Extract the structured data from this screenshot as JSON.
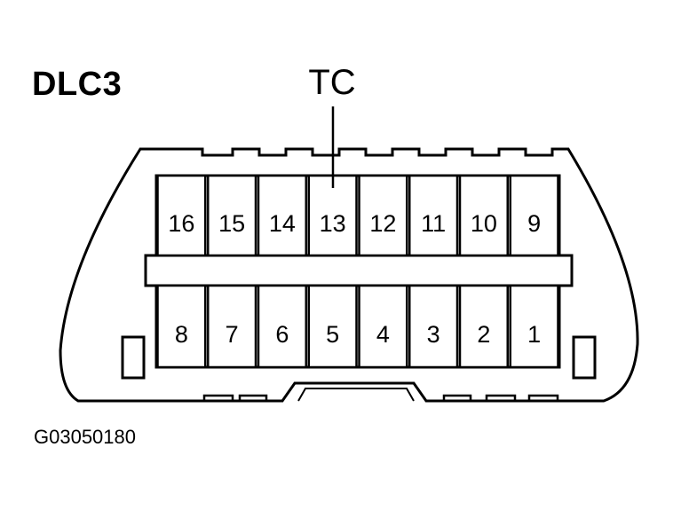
{
  "connector": {
    "title": "DLC3",
    "callout_label": "TC",
    "callout_pin": "13",
    "figure_code": "G03050180"
  },
  "pins": {
    "top_row": [
      "16",
      "15",
      "14",
      "13",
      "12",
      "11",
      "10",
      "9"
    ],
    "bottom_row": [
      "8",
      "7",
      "6",
      "5",
      "4",
      "3",
      "2",
      "1"
    ]
  }
}
